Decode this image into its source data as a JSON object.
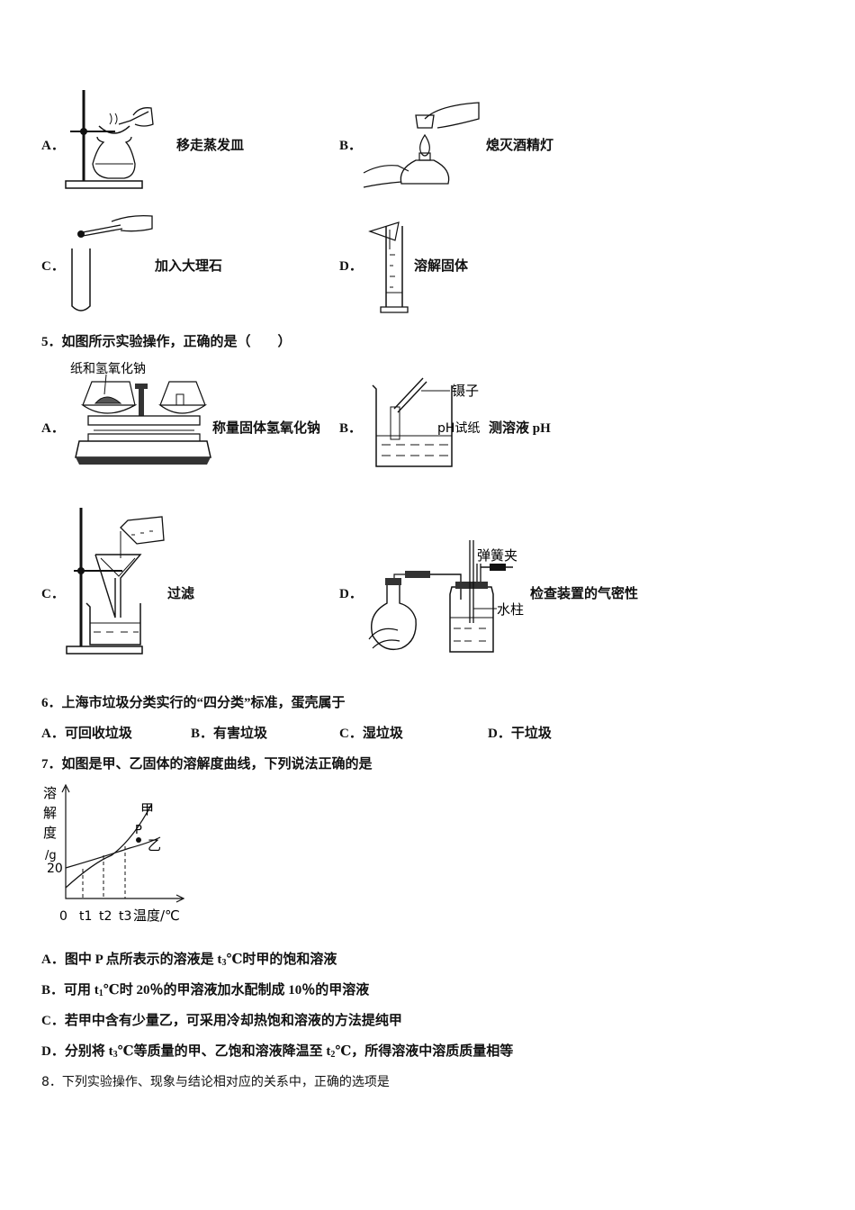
{
  "q4": {
    "options": [
      {
        "letter": "A．",
        "caption": "移走蒸发皿"
      },
      {
        "letter": "B．",
        "caption": "熄灭酒精灯"
      },
      {
        "letter": "C．",
        "caption": "加入大理石"
      },
      {
        "letter": "D．",
        "caption": "溶解固体"
      }
    ]
  },
  "q5": {
    "stem": "5．如图所示实验操作，正确的是（　　）",
    "options": [
      {
        "letter": "A．",
        "caption": "称量固体氢氧化钠",
        "figure_label": "纸和氢氧化钠"
      },
      {
        "letter": "B．",
        "caption": "测溶液 pH",
        "figure_labels": [
          "镊子",
          "pH试纸"
        ]
      },
      {
        "letter": "C．",
        "caption": "过滤"
      },
      {
        "letter": "D．",
        "caption": "检查装置的气密性",
        "figure_labels": [
          "弹簧夹",
          "水柱"
        ]
      }
    ]
  },
  "q6": {
    "stem": "6．上海市垃圾分类实行的“四分类”标准，蛋壳属于",
    "options": [
      "A．可回收垃圾",
      "B．有害垃圾",
      "C．湿垃圾",
      "D．干垃圾"
    ]
  },
  "q7": {
    "stem": "7．如图是甲、乙固体的溶解度曲线，下列说法正确的是",
    "graph": {
      "ylabel_chars": [
        "溶",
        "解",
        "度",
        "/g"
      ],
      "y_tick": "20",
      "x_ticks": [
        "0",
        "t1",
        "t2",
        "t3"
      ],
      "xlabel": "温度/℃",
      "curve_a": "甲",
      "curve_b": "乙",
      "point": "P"
    },
    "options": [
      {
        "letter": "A．",
        "pre": "图中 P 点所表示的溶液是 t",
        "sub": "3",
        "post": "℃时甲的饱和溶液"
      },
      {
        "letter": "B．",
        "pre": "可用 t",
        "sub": "1",
        "post": "℃时 20％的甲溶液加水配制成 10％的甲溶液"
      },
      {
        "letter": "C．",
        "pre": "若甲中含有少量乙，可采用冷却热饱和溶液的方法提纯甲",
        "sub": "",
        "post": ""
      },
      {
        "letter": "D．",
        "pre": "分别将 t",
        "sub": "3",
        "post": "℃等质量的甲、乙饱和溶液降温至 t",
        "sub2": "2",
        "post2": "℃，所得溶液中溶质质量相等"
      }
    ]
  },
  "q8": {
    "stem": "8．下列实验操作、现象与结论相对应的关系中，正确的选项是"
  }
}
